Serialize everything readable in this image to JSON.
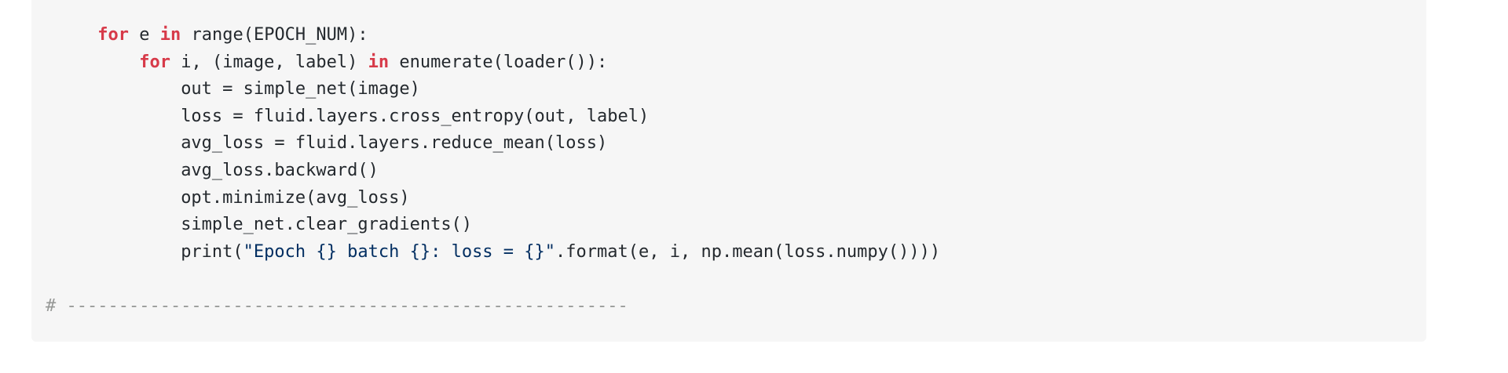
{
  "code": {
    "lines": [
      {
        "indent": "     ",
        "parts": [
          {
            "t": "kw",
            "v": "for"
          },
          {
            "t": "p",
            "v": " e "
          },
          {
            "t": "kw",
            "v": "in"
          },
          {
            "t": "p",
            "v": " range(EPOCH_NUM):"
          }
        ]
      },
      {
        "indent": "         ",
        "parts": [
          {
            "t": "kw",
            "v": "for"
          },
          {
            "t": "p",
            "v": " i, (image, label) "
          },
          {
            "t": "kw",
            "v": "in"
          },
          {
            "t": "p",
            "v": " enumerate(loader()):"
          }
        ]
      },
      {
        "indent": "             ",
        "parts": [
          {
            "t": "p",
            "v": "out = simple_net(image)"
          }
        ]
      },
      {
        "indent": "             ",
        "parts": [
          {
            "t": "p",
            "v": "loss = fluid.layers.cross_entropy(out, label)"
          }
        ]
      },
      {
        "indent": "             ",
        "parts": [
          {
            "t": "p",
            "v": "avg_loss = fluid.layers.reduce_mean(loss)"
          }
        ]
      },
      {
        "indent": "             ",
        "parts": [
          {
            "t": "p",
            "v": "avg_loss.backward()"
          }
        ]
      },
      {
        "indent": "             ",
        "parts": [
          {
            "t": "p",
            "v": "opt.minimize(avg_loss)"
          }
        ]
      },
      {
        "indent": "             ",
        "parts": [
          {
            "t": "p",
            "v": "simple_net.clear_gradients()"
          }
        ]
      },
      {
        "indent": "             ",
        "parts": [
          {
            "t": "p",
            "v": "print("
          },
          {
            "t": "str",
            "v": "\"Epoch {} batch {}: loss = {}\""
          },
          {
            "t": "p",
            "v": ".format(e, i, np.mean(loss.numpy())))"
          }
        ]
      },
      {
        "indent": "",
        "parts": []
      },
      {
        "indent": "",
        "parts": [
          {
            "t": "cm",
            "v": "# ------------------------------------------------------"
          }
        ]
      }
    ]
  }
}
